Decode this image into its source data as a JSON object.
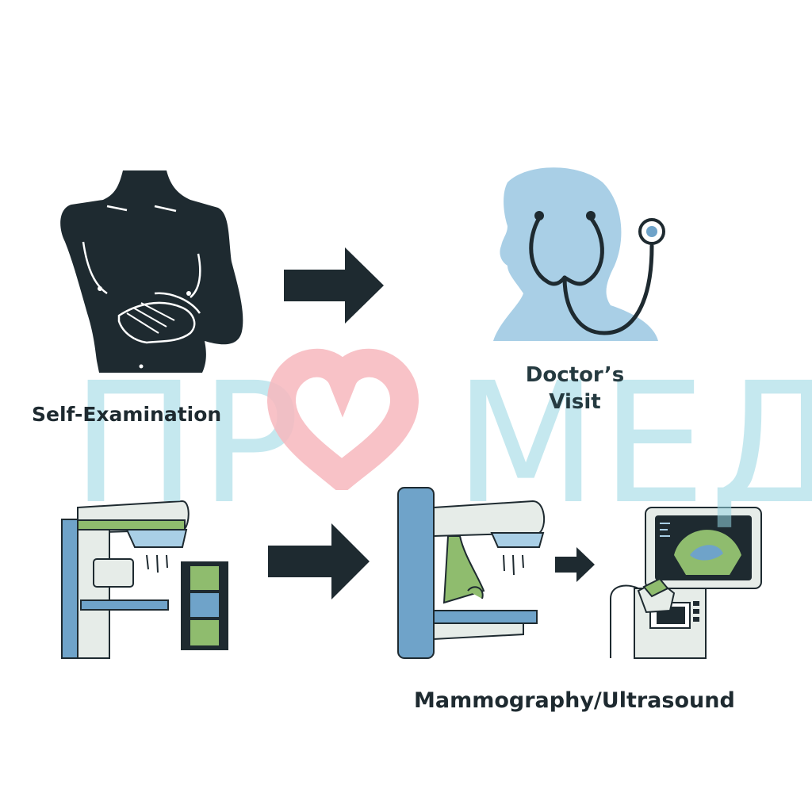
{
  "steps": [
    {
      "label": "Self-Examination"
    },
    {
      "label_line1": "Doctor’s",
      "label_line2": "Visit"
    },
    {
      "label": "Mammography/Ultrasound"
    }
  ],
  "watermark": {
    "text": "ПР",
    "text2": "МЕД"
  },
  "colors": {
    "ink": "#1e2a30",
    "doctor_blue": "#a9cfe6",
    "machine_blue": "#6fa3c9",
    "machine_green": "#8fbc6e",
    "machine_gray": "#e6ece8",
    "watermark_cyan": "#96d6e2",
    "watermark_heart": "#f7b7bd"
  }
}
